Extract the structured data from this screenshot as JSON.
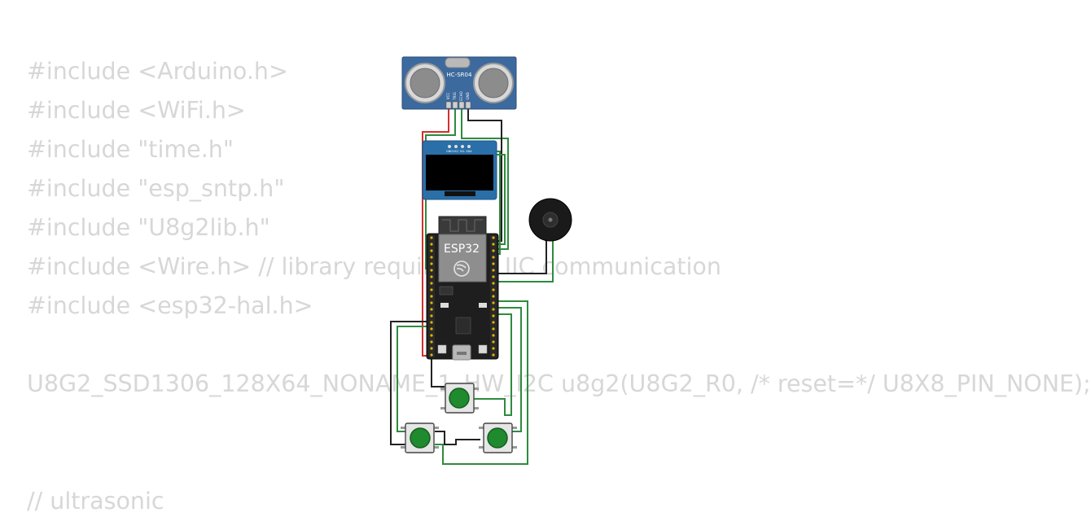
{
  "code_lines": [
    "#include <Arduino.h>",
    "#include <WiFi.h>",
    "#include \"time.h\"",
    "#include \"esp_sntp.h\"",
    "#include \"U8g2lib.h\"",
    "#include <Wire.h> // library requires for IIC communication",
    "#include <esp32-hal.h>",
    "",
    "U8G2_SSD1306_128X64_NONAME_1_HW_I2C u8g2(U8G2_R0, /* reset=*/ U8X8_PIN_NONE);",
    "",
    "// ultrasonic"
  ],
  "components": {
    "ultrasonic": {
      "label": "HC-SR04",
      "pins": [
        "VCC",
        "TRIG",
        "ECHO",
        "GND"
      ]
    },
    "oled": {
      "pins": [
        "GND",
        "VCC",
        "SCL",
        "SDA"
      ]
    },
    "mcu": {
      "label": "ESP32"
    },
    "buzzer": {},
    "buttons": [
      {},
      {},
      {}
    ]
  },
  "colors": {
    "code_text": "#d7d7d7",
    "wire_red": "#d32f2f",
    "wire_green": "#2e8b3e",
    "wire_black": "#222222",
    "sensor_blue": "#3d6a9e",
    "oled_blue": "#2a6fa8",
    "board_black": "#1e1e1e",
    "button_green": "#1f8a2e"
  }
}
